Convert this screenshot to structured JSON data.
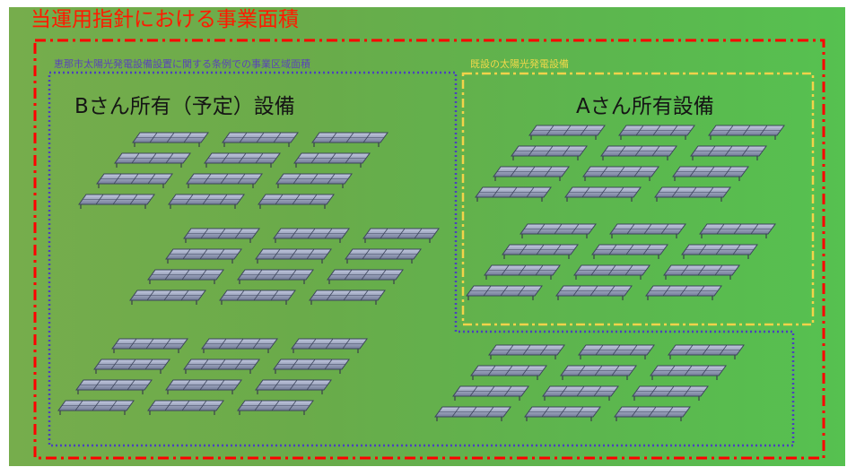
{
  "title": "当運用指針における事業面積",
  "ordinance_area_label": "恵那市太陽光発電設備設置に関する条例での事業区域面積",
  "existing_facility_label": "既設の太陽光発電設備",
  "b_owner_label": "Bさん所有（予定）設備",
  "a_owner_label": "Aさん所有設備",
  "colors": {
    "guideline_boundary": "#ff0000",
    "ordinance_boundary": "#4b3fbf",
    "existing_boundary": "#f2d24a",
    "panel_light": "#b8c0d8",
    "panel_dark": "#6c7590",
    "panel_grid": "#3d455c"
  },
  "icons": [
    "solar-panel-array"
  ]
}
